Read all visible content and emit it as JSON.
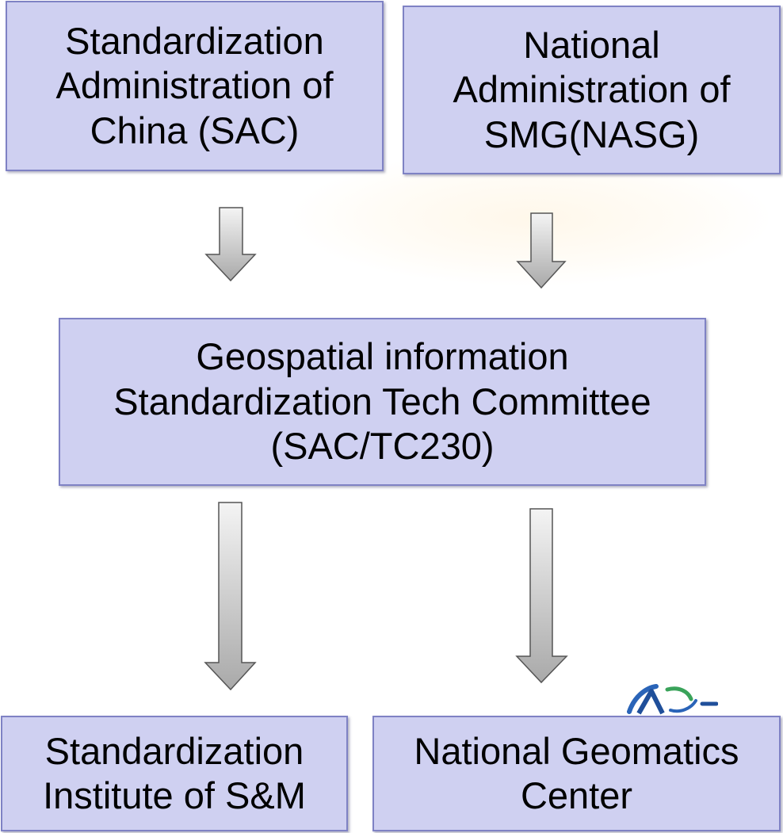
{
  "boxes": {
    "sac": "Standardization\nAdministration of\nChina (SAC)",
    "nasg": "National\nAdministration of\nSMG(NASG)",
    "tc230": "Geospatial information\nStandardization Tech Committee\n(SAC/TC230)",
    "institute": "Standardization\nInstitute of S&M",
    "ngc": "National Geomatics\nCenter"
  },
  "colors": {
    "box_fill": "#cfd0f1",
    "box_border": "#7f82c4",
    "arrow_fill_light": "#f4f4f4",
    "arrow_fill_dark": "#a9a9a9"
  },
  "icons": {
    "logo": "organization-logo-icon",
    "arrow": "down-arrow-icon"
  }
}
